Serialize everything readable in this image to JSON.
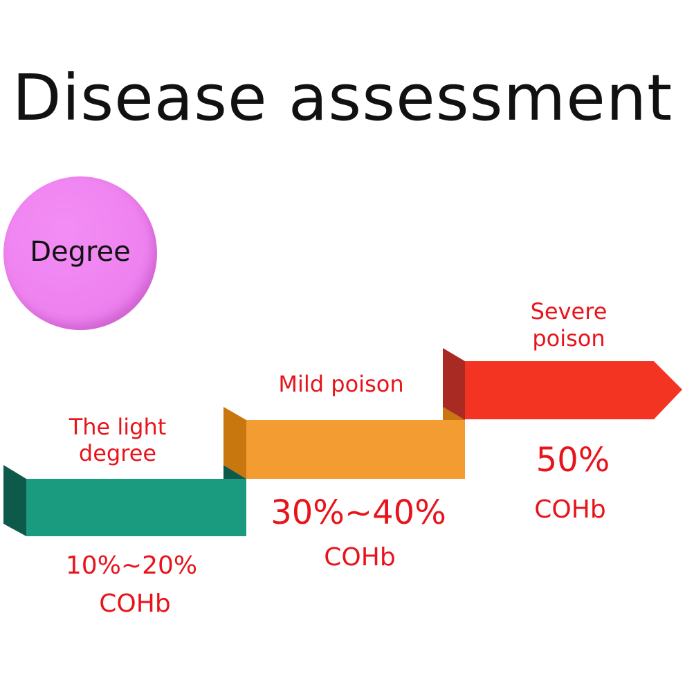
{
  "title": "Disease assessment",
  "degree_badge": {
    "label": "Degree",
    "color": "#ef84f0"
  },
  "steps": [
    {
      "name": "The light degree",
      "line1": "The light",
      "line2": "degree",
      "range": "10%~20%",
      "unit": "COHb",
      "color": "#1a9a7f",
      "shade": "#0e5a4a"
    },
    {
      "name": "Mild poison",
      "line1": "Mild poison",
      "range": "30%~40%",
      "unit": "COHb",
      "color": "#f39c32",
      "shade": "#c8770f"
    },
    {
      "name": "Severe poison",
      "line1": "Severe",
      "line2": "poison",
      "range": "50%",
      "unit": "COHb",
      "color": "#f43422",
      "shade": "#a82a22"
    }
  ],
  "text_color": "#e8141b"
}
